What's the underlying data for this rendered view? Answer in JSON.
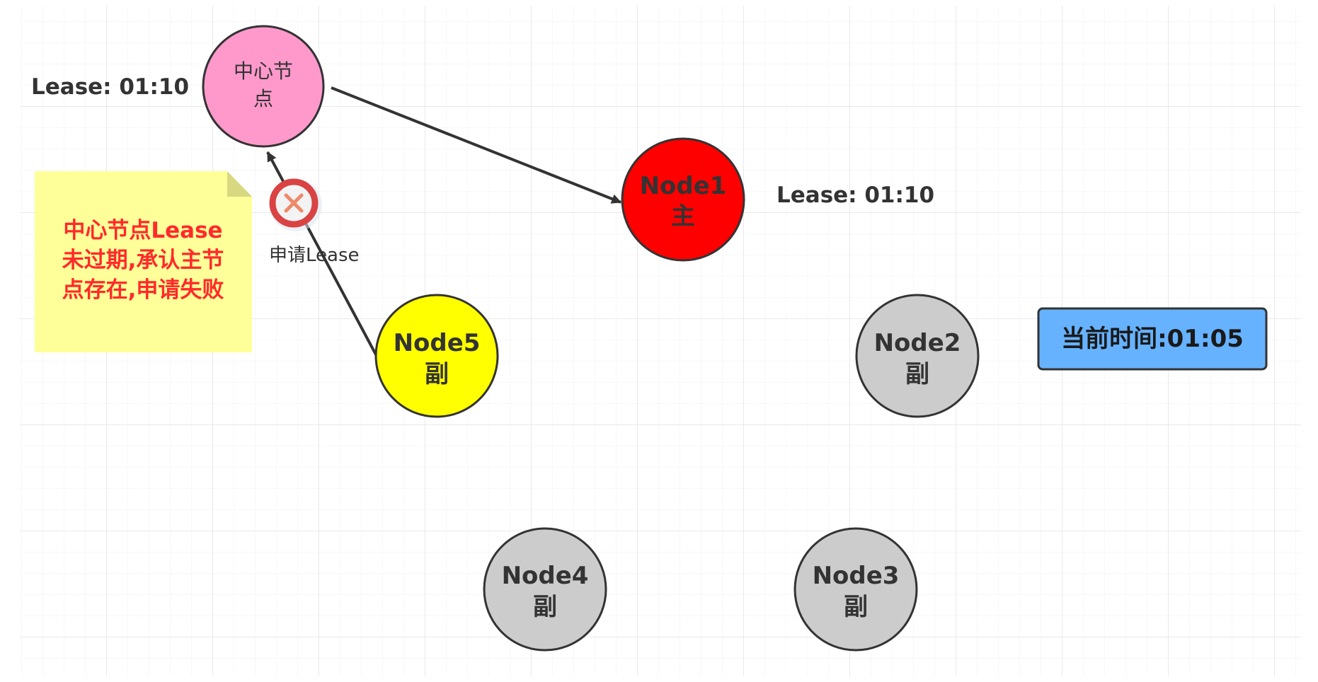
{
  "center_node": {
    "line1": "中心节",
    "line2": "点",
    "color": "#ff99cc"
  },
  "center_lease": "Lease: 01:10",
  "node1": {
    "name": "Node1",
    "role": "主",
    "color": "#ff0000"
  },
  "node1_lease": "Lease: 01:10",
  "node5": {
    "name": "Node5",
    "role": "副",
    "color": "#ffff00"
  },
  "node2": {
    "name": "Node2",
    "role": "副",
    "color": "#cccccc"
  },
  "node3": {
    "name": "Node3",
    "role": "副",
    "color": "#cccccc"
  },
  "node4": {
    "name": "Node4",
    "role": "副",
    "color": "#cccccc"
  },
  "note": {
    "line1": "中心节点Lease",
    "line2": "未过期,承认主节",
    "line3": "点存在,申请失败",
    "background": "#ffff99",
    "text_color": "#ff2a2a"
  },
  "request_label": "申请Lease",
  "fail_icon": "close-icon",
  "current_time": "当前时间:01:05",
  "time_box_color": "#66b2ff"
}
